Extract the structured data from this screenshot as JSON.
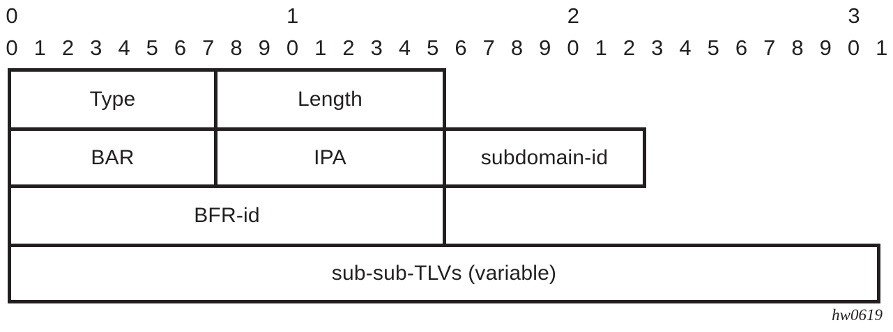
{
  "ruler": {
    "tens": [
      "0",
      "1",
      "2",
      "3"
    ],
    "bits": [
      "0",
      "1",
      "2",
      "3",
      "4",
      "5",
      "6",
      "7",
      "8",
      "9",
      "0",
      "1",
      "2",
      "3",
      "4",
      "5",
      "6",
      "7",
      "8",
      "9",
      "0",
      "1",
      "2",
      "3",
      "4",
      "5",
      "6",
      "7",
      "8",
      "9",
      "0",
      "1"
    ]
  },
  "rows": [
    {
      "cells": [
        {
          "label": "Type"
        },
        {
          "label": "Length"
        }
      ]
    },
    {
      "cells": [
        {
          "label": "BAR"
        },
        {
          "label": "IPA"
        },
        {
          "label": "subdomain-id"
        }
      ]
    },
    {
      "cells": [
        {
          "label": "BFR-id"
        }
      ]
    },
    {
      "cells": [
        {
          "label": "sub-sub-TLVs (variable)"
        }
      ]
    }
  ],
  "figure_id": "hw0619",
  "colors": {
    "ink": "#231f20",
    "background": "#ffffff"
  }
}
